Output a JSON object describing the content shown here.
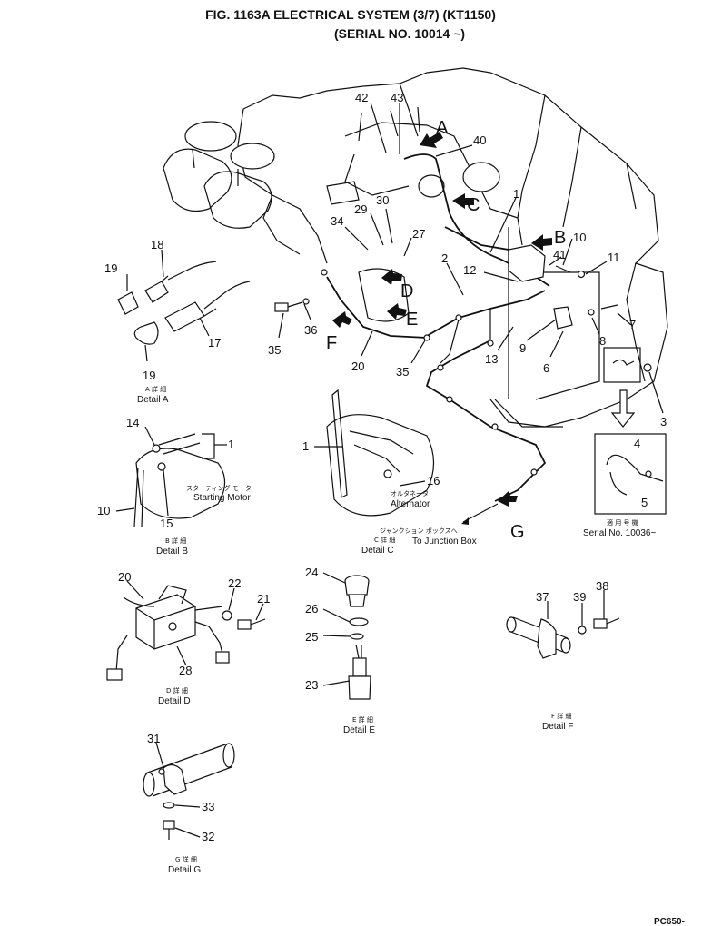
{
  "title": {
    "line1": "FIG. 1163A   ELECTRICAL SYSTEM (3/7) (KT1150)",
    "line2": "(SERIAL NO. 10014 ~)"
  },
  "callouts": {
    "n1a": "1",
    "n1b": "1",
    "n1c": "1",
    "n2": "2",
    "n3": "3",
    "n4": "4",
    "n5": "5",
    "n6": "6",
    "n7": "7",
    "n8": "8",
    "n9": "9",
    "n10a": "10",
    "n10b": "10",
    "n11": "11",
    "n12": "12",
    "n13": "13",
    "n14": "14",
    "n15": "15",
    "n16": "16",
    "n17": "17",
    "n18": "18",
    "n19a": "19",
    "n19b": "19",
    "n20a": "20",
    "n20b": "20",
    "n21": "21",
    "n22": "22",
    "n23": "23",
    "n24": "24",
    "n25": "25",
    "n26": "26",
    "n27": "27",
    "n28": "28",
    "n29": "29",
    "n30": "30",
    "n31": "31",
    "n32": "32",
    "n33": "33",
    "n34": "34",
    "n35a": "35",
    "n35b": "35",
    "n36": "36",
    "n37": "37",
    "n38": "38",
    "n39": "39",
    "n40": "40",
    "n41": "41",
    "n42": "42",
    "n43": "43"
  },
  "view_letters": {
    "A": "A",
    "B": "B",
    "C": "C",
    "D": "D",
    "E": "E",
    "F": "F",
    "G": "G"
  },
  "captions": {
    "detail_a_jp": "A 詳 細",
    "detail_a": "Detail A",
    "detail_b_jp": "B 詳 細",
    "detail_b": "Detail B",
    "detail_c_jp": "C 詳 細",
    "detail_c": "Detail C",
    "detail_d_jp": "D 詳 細",
    "detail_d": "Detail D",
    "detail_e_jp": "E 詳 細",
    "detail_e": "Detail E",
    "detail_f_jp": "F 詳 細",
    "detail_f": "Detail F",
    "detail_g_jp": "G 詳 細",
    "detail_g": "Detail G",
    "starting_motor_jp": "スターティング モータ",
    "starting_motor": "Starting Motor",
    "alternator_jp": "オルタネータ",
    "alternator": "Alternator",
    "junction_jp": "ジャンクション ボックスへ",
    "junction": "To Junction Box",
    "serial_jp": "適 用 号 機",
    "serial": "Serial No. 10036~",
    "corner_code": "PC650-"
  }
}
